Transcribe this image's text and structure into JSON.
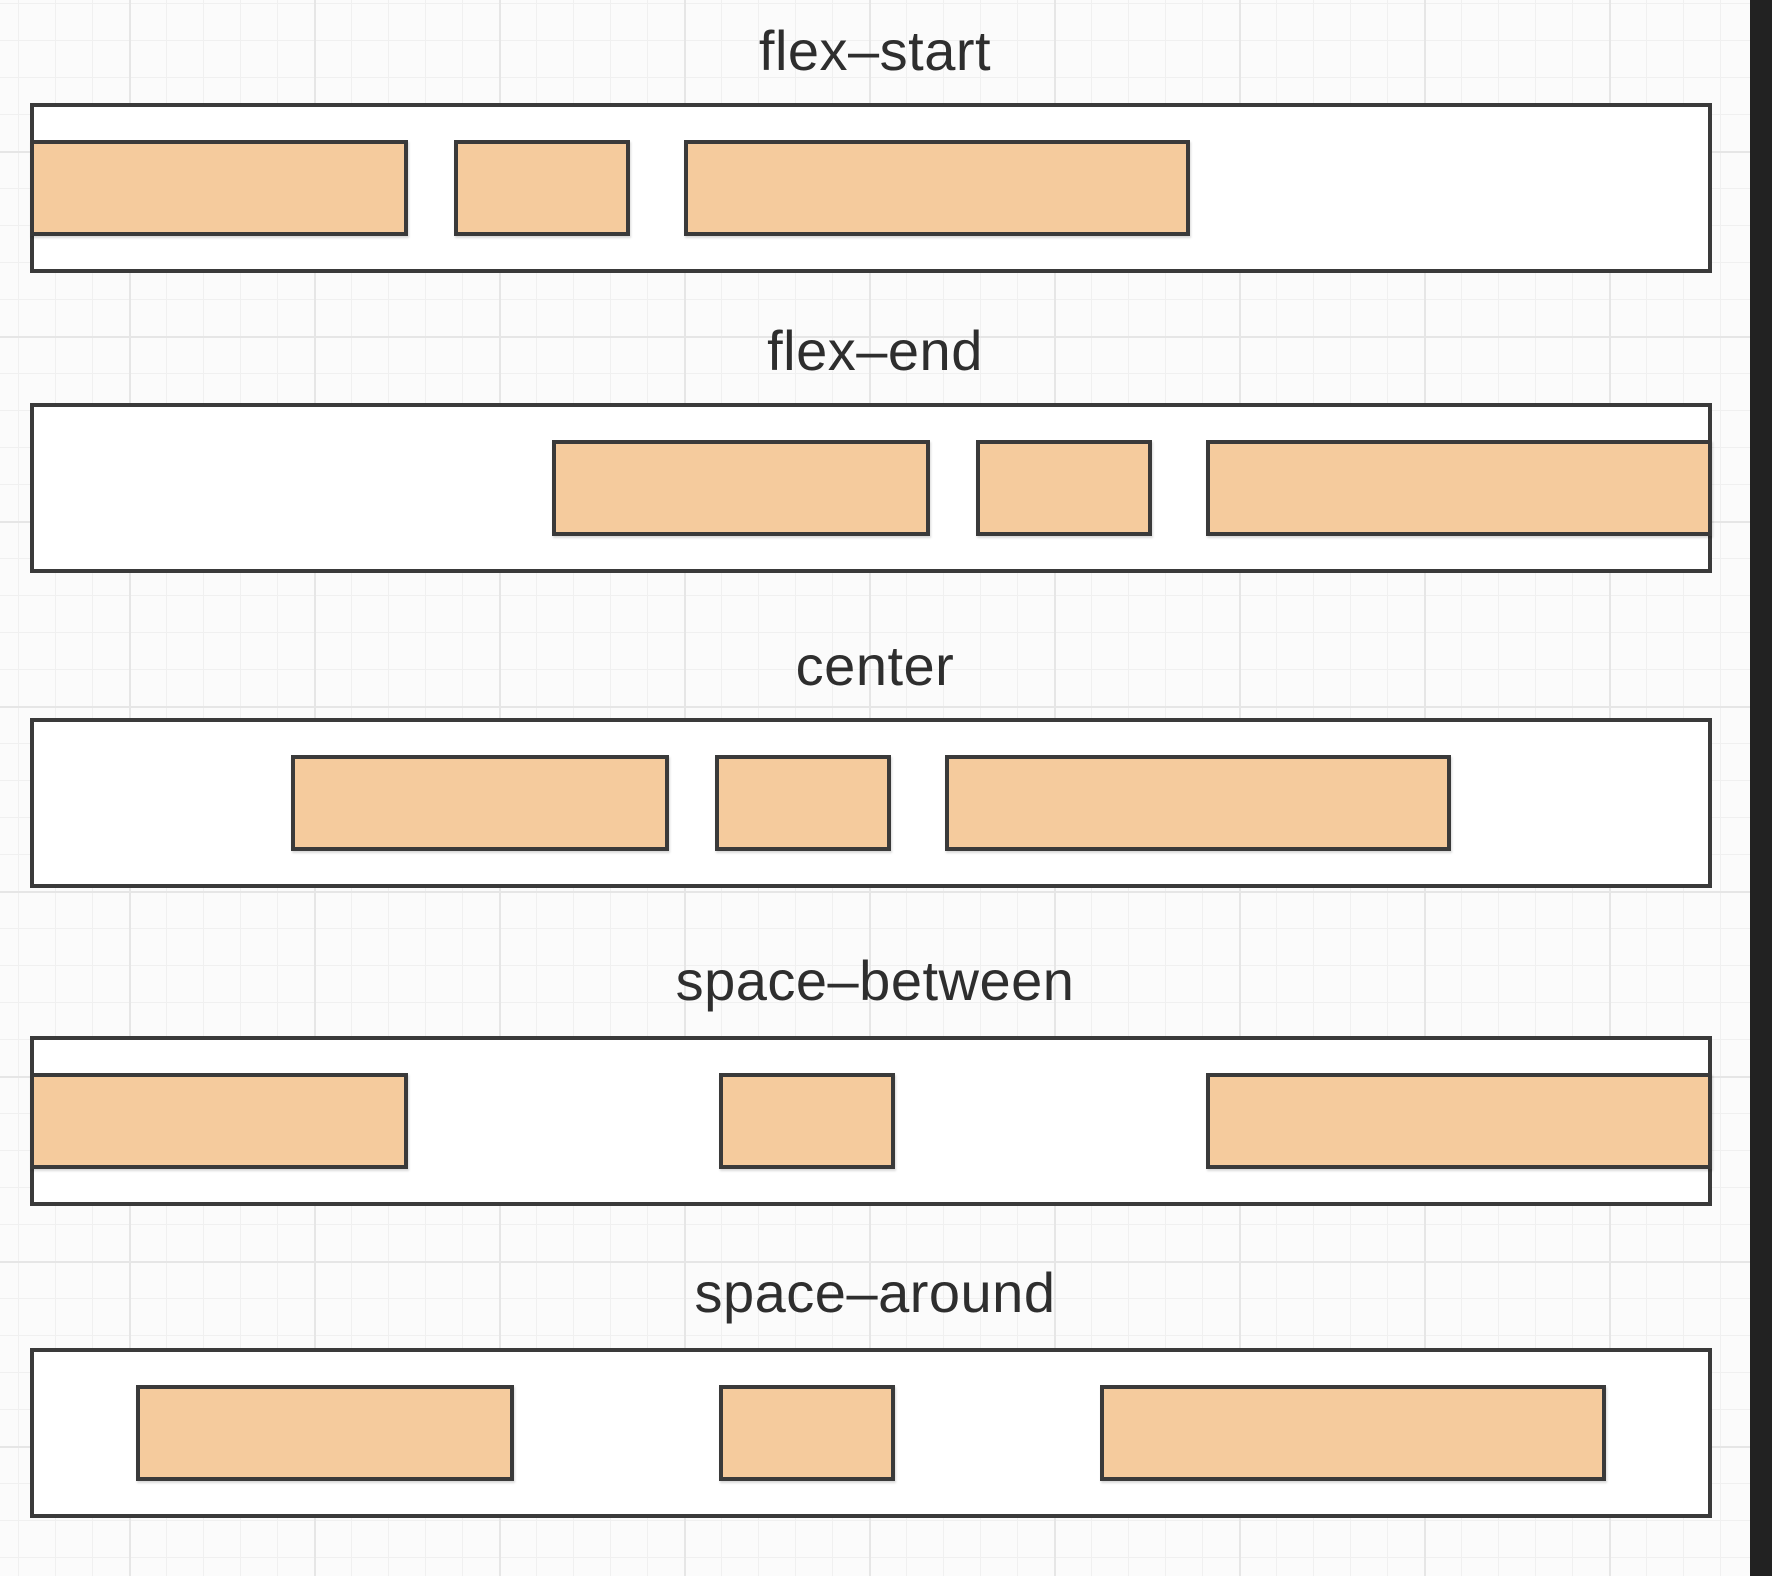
{
  "diagram": {
    "rows": [
      {
        "id": "flex-start",
        "label": "flex–start"
      },
      {
        "id": "flex-end",
        "label": "flex–end"
      },
      {
        "id": "center",
        "label": "center"
      },
      {
        "id": "space-between",
        "label": "space–between"
      },
      {
        "id": "space-around",
        "label": "space–around"
      }
    ]
  },
  "colors": {
    "item_fill": "#f5cb9d",
    "border": "#3a3a3a",
    "container_fill": "#ffffff",
    "grid": "#e6e6e6"
  }
}
